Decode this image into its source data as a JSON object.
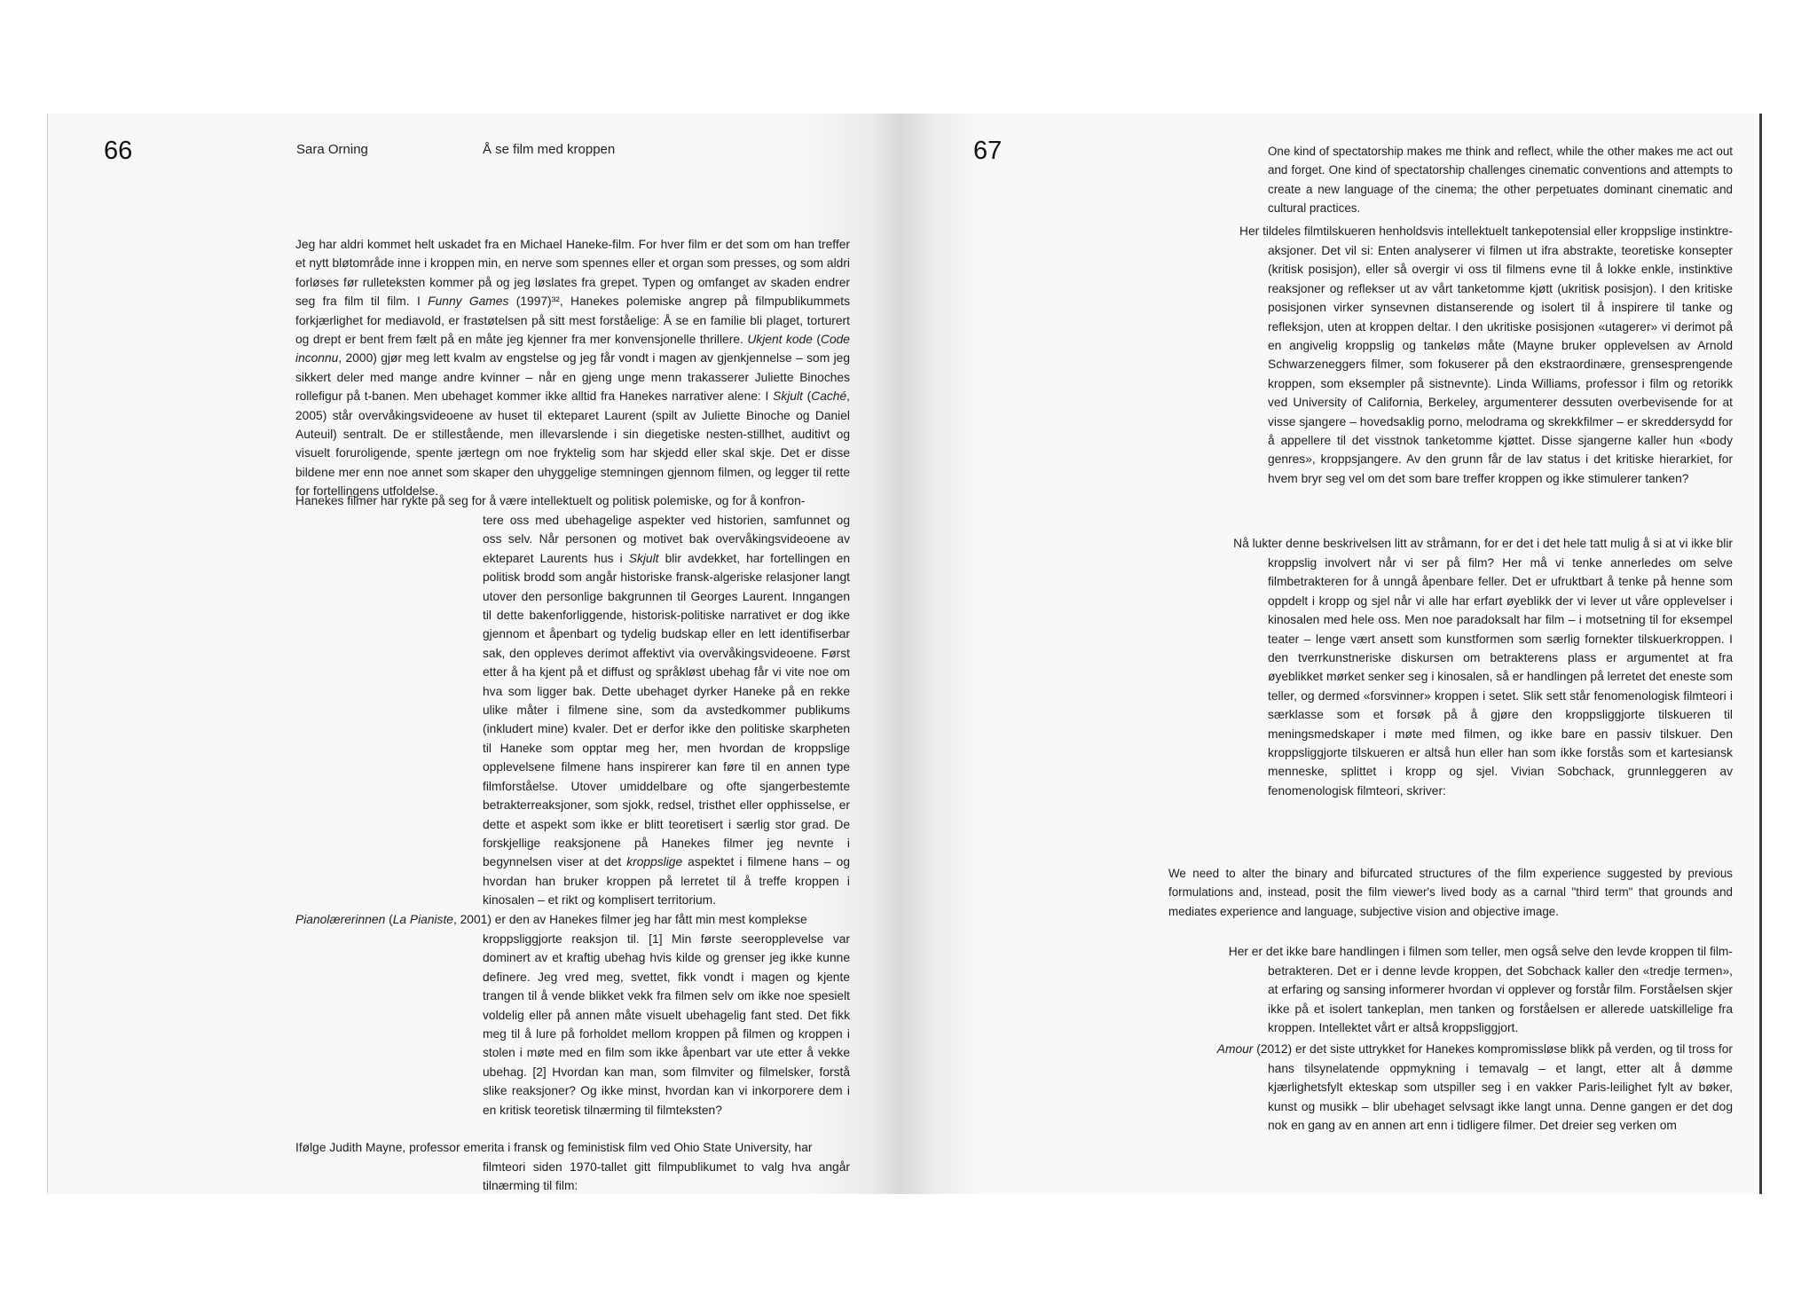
{
  "left_page": {
    "page_number": "66",
    "author": "Sara Orning",
    "title": "Å se film med kroppen",
    "p1": "Jeg har aldri kommet helt uskadet fra en Michael Haneke-film. For hver film er det som om han treffer et nytt bløtområde inne i kroppen min, en nerve som spennes eller et organ som presses, og som aldri forløses før rulleteksten kommer på og jeg løslates fra grepet. Typen og omfanget av skaden endrer seg fra film til film. I",
    "p1_it1": "Funny Games",
    "p1_b": "(1997)³², Hanekes polemiske angrep på filmpublikummets forkjærlighet for mediavold, er frastøtelsen på sitt mest forståelige: Å se en familie bli plaget, torturert og drept er bent frem fælt på en måte jeg kjenner fra mer konvensjonelle thrillere.",
    "p1_it2": "Ukjent kode",
    "p1_c": "(",
    "p1_it3": "Code inconnu",
    "p1_d": ", 2000) gjør meg lett kvalm av engstelse og jeg får vondt i magen av gjenkjennelse – som jeg sikkert deler med mange andre kvinner – når en gjeng unge menn trakasserer Juliette Binoches rollefigur på t-banen. Men ubehaget kommer ikke alltid fra Hanekes narrativer alene: I",
    "p1_it4": "Skjult",
    "p1_e": "(",
    "p1_it5": "Caché",
    "p1_f": ", 2005) står overvåkingsvideoene av huset til ekteparet Laurent (spilt av Juliette Binoche og Daniel Auteuil) sentralt. De er stillestående, men illevarslende i sin diegetiske nesten-stillhet, auditivt og visuelt foruroligende, spente jærtegn om noe fryktelig som har skjedd eller skal skje. Det er disse bildene mer enn noe annet som skaper den uhyggelige stemningen gjennom filmen, og legger til rette for fortellingens utfoldelse.",
    "p2_start": "Hanekes filmer har rykte på seg for å være intellektuelt og politisk polemiske, og for å konfron-",
    "p2_rest_a": "tere oss med ubehagelige aspekter ved historien, samfunnet og oss selv. Når personen og motivet bak overvåkingsvideoene av ekteparet Laurents hus i",
    "p2_it": "Skjult",
    "p2_rest_b": "blir avdekket, har fortellingen en politisk brodd som angår historiske fransk-algeriske relasjoner langt utover den personlige bakgrunnen til Georges Laurent. Inngangen til dette bakenforliggende, historisk-politiske narrativet er dog ikke gjennom et åpenbart og tydelig budskap eller en lett identifiserbar sak, den oppleves derimot affektivt via overvåkingsvideoene. Først etter å ha kjent på et diffust og språkløst ubehag får vi vite noe om hva som ligger bak. Dette ubehaget dyrker Haneke på en rekke ulike måter i filmene sine, som da avstedkommer publikums (inkludert mine) kvaler. Det er derfor ikke den politiske skarpheten til Haneke som opptar meg her, men hvordan de kroppslige opplevelsene filmene hans inspirerer kan føre til en annen type filmforståelse. Utover umiddelbare og ofte sjangerbestemte betrakterreaksjoner, som sjokk, redsel, tristhet eller opphisselse, er dette et aspekt som ikke er blitt teoretisert i særlig stor grad. De forskjellige reaksjonene på Hanekes filmer jeg nevnte i begynnelsen viser at det",
    "p2_it2": "kroppslige",
    "p2_rest_c": "aspektet i filmene hans – og hvordan han bruker kroppen på lerretet til å treffe kroppen i kinosalen – et rikt og komplisert territorium.",
    "p3_it1": "Pianolærerinnen",
    "p3_a": "(",
    "p3_it2": "La Pianiste",
    "p3_b": ", 2001) er den av Hanekes filmer jeg har fått min mest komplekse",
    "p3_rest": "kroppsliggjorte reaksjon til. [1] Min første seeropplevelse var dominert av et kraftig ubehag hvis kilde og grenser jeg ikke kunne definere. Jeg vred meg, svettet, fikk vondt i magen og kjente trangen til å vende blikket vekk fra filmen selv om ikke noe spesielt voldelig eller på annen måte visuelt ubehagelig fant sted. Det fikk meg til å lure på forholdet mellom kroppen på filmen og kroppen i stolen i møte med en film som ikke åpenbart var ute etter å vekke ubehag. [2] Hvordan kan man, som filmviter og filmelsker, forstå slike reaksjoner? Og ikke minst, hvordan kan vi inkorporere dem i en kritisk teoretisk tilnærming til filmteksten?",
    "p4_start": "Ifølge Judith Mayne, professor emerita i fransk og feministisk film ved Ohio State University, har",
    "p4_rest": "filmteori siden 1970-tallet gitt filmpublikumet to valg hva angår tilnærming til film:"
  },
  "right_page": {
    "page_number": "67",
    "quote1": "One kind of spectatorship makes me think and reflect, while the other makes me act out and forget. One kind of spectatorship challenges cinematic conventions and attempts to create a new language of the cinema; the other perpetuates dominant cinematic and cultural practices.",
    "p5_start": "Her tildeles filmtilskueren henholdsvis intellektuelt tankepotensial eller kroppslige instinktre-",
    "p5_rest": "aksjoner. Det vil si: Enten analyserer vi filmen ut ifra abstrakte, teoretiske konsepter (kritisk posisjon), eller så overgir vi oss til filmens evne til å lokke enkle, instinktive reaksjoner og reflekser ut av vårt tanketomme kjøtt (ukritisk posisjon). I den kritiske posisjonen virker synsevnen distanserende og isolert til å inspirere til tanke og refleksjon, uten at kroppen deltar. I den ukritiske posisjonen «utagerer» vi derimot på en angivelig kroppslig og tankeløs måte (Mayne bruker opplevelsen av Arnold Schwarzeneggers filmer, som fokuserer på den ekstraordinære, grensesprengende kroppen, som eksempler på sistnevnte). Linda Williams, professor i film og retorikk ved University of California, Berkeley, argumenterer dessuten overbevisende for at visse sjangere – hovedsaklig porno, melodrama og skrekkfilmer – er skreddersydd for å appellere til det visstnok tanketomme kjøttet. Disse sjangerne kaller hun «body genres», kroppsjangere. Av den grunn får de lav status i det kritiske hierarkiet, for hvem bryr seg vel om det som bare treffer kroppen og ikke stimulerer tanken?",
    "p6_start": "Nå lukter denne beskrivelsen litt av stråmann, for er det i det hele tatt mulig å si at vi ikke blir",
    "p6_rest": "kroppslig involvert når vi ser på film? Her må vi tenke annerledes om selve filmbetrakteren for å unngå åpenbare feller. Det er ufruktbart å tenke på henne som oppdelt i kropp og sjel når vi alle har erfart øyeblikk der vi lever ut våre opplevelser i kinosalen med hele oss. Men noe paradoksalt har film – i motsetning til for eksempel teater – lenge vært ansett som kunstformen som særlig fornekter tilskuerkroppen. I den tverrkunstneriske diskursen om betrakterens plass er argumentet at fra øyeblikket mørket senker seg i kinosalen, så er handlingen på lerretet det eneste som teller, og dermed «forsvinner» kroppen i setet. Slik sett står fenomenologisk filmteori i særklasse som et forsøk på å gjøre den kroppsliggjorte tilskueren til meningsmedskaper i møte med filmen, og ikke bare en passiv tilskuer. Den kroppsliggjorte tilskueren er altså hun eller han som ikke forstås som et kartesiansk menneske, splittet i kropp og sjel. Vivian Sobchack, grunnleggeren av fenomenologisk filmteori, skriver:",
    "quote2": "We need to alter the binary and bifurcated structures of the film experience suggested by previous formulations and, instead, posit the film viewer's lived body as a carnal \"third term\" that grounds and mediates experience and language, subjective vision and objective image.",
    "p7_start": "Her er det ikke bare handlingen i filmen som teller, men også selve den levde kroppen til film-",
    "p7_rest": "betrakteren. Det er i denne levde kroppen, det Sobchack kaller den «tredje termen», at erfaring og sansing informerer hvordan vi opplever og forstår film. Forståelsen skjer ikke på et isolert tankeplan, men tanken og forståelsen er allerede uatskillelige fra kroppen. Intellektet vårt er altså kroppsliggjort.",
    "p8_it": "Amour",
    "p8_start": "(2012) er det siste uttrykket for Hanekes kompromissløse blikk på verden, og til tross for",
    "p8_rest": "hans tilsynelatende oppmykning i temavalg – et langt, etter alt å dømme kjærlighetsfylt ekteskap som utspiller seg i en vakker Paris-leilighet fylt av bøker, kunst og musikk – blir ubehaget selvsagt ikke langt unna. Denne gangen er det dog nok en gang av en annen art enn i tidligere filmer. Det dreier seg verken om"
  }
}
